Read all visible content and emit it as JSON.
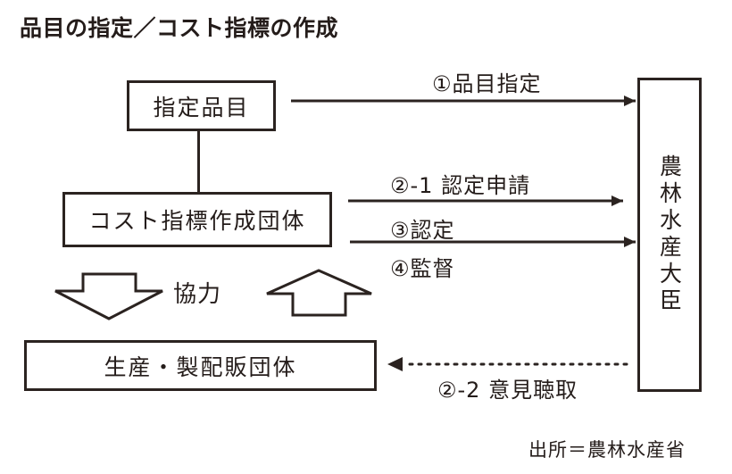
{
  "figure": {
    "title": "品目の指定／コスト指標の作成",
    "source_note": "出所＝農林水産省"
  },
  "nodes": [
    {
      "id": "designated-item",
      "label": "指定品目",
      "orientation": "horizontal"
    },
    {
      "id": "cost-index-group",
      "label": "コスト指標作成団体",
      "orientation": "horizontal"
    },
    {
      "id": "production-distribution-group",
      "label": "生産・製配販団体",
      "orientation": "horizontal"
    },
    {
      "id": "maff-minister",
      "label": "農林水産大臣",
      "orientation": "vertical"
    }
  ],
  "flows": [
    {
      "id": "flow-1",
      "label": "①品目指定",
      "direction": "left",
      "style": "solid"
    },
    {
      "id": "flow-2-1",
      "label": "②-1 認定申請",
      "direction": "right",
      "style": "solid"
    },
    {
      "id": "flow-3",
      "label": "③認定",
      "direction": "left",
      "style": "solid"
    },
    {
      "id": "flow-4",
      "label": "④監督",
      "direction": "left",
      "style": "solid"
    },
    {
      "id": "flow-2-2",
      "label": "②-2 意見聴取",
      "direction": "left",
      "style": "dotted"
    }
  ],
  "cooperation": {
    "label": "協力",
    "down_arrow": "block-arrow-down",
    "up_arrow": "block-arrow-up"
  },
  "colors": {
    "line": "#2b2320",
    "text": "#241c1a",
    "background": "#ffffff"
  }
}
